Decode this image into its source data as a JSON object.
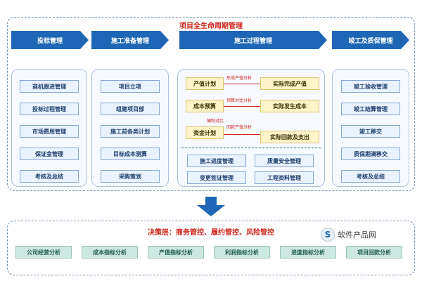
{
  "header": {
    "title": "项目全生命周期管理"
  },
  "phases": [
    {
      "label": "投标管理"
    },
    {
      "label": "施工准备管理"
    },
    {
      "label": "施工过程管理"
    },
    {
      "label": "竣工及质保管理"
    }
  ],
  "columns": {
    "bidding": [
      "商机跟进管理",
      "投标过程管理",
      "市场费用管理",
      "保证金管理",
      "考核及总结"
    ],
    "preparation": [
      "项目立项",
      "组建项目部",
      "施工前各类计划",
      "目标成本测算",
      "采购策划"
    ],
    "process": {
      "left": [
        "产值计划",
        "成本预算",
        "资金计划"
      ],
      "right": [
        "实际完成产值",
        "实际发生成本",
        "实际回款及支出"
      ],
      "notes": [
        "形成产值分析",
        "预算对比分析",
        "编制对比",
        "回款产值分析"
      ],
      "bottom": [
        "施工进度管理",
        "质量安全管理",
        "变更签证管理",
        "工程资料管理"
      ]
    },
    "completion": [
      "竣工验收管理",
      "竣工结算管理",
      "竣工移交",
      "质保期满移交",
      "考核及总结"
    ]
  },
  "decision": {
    "title": "决策层：商务管控、履约管控、风险管控",
    "items": [
      "公司经营分析",
      "成本指标分析",
      "产值指标分析",
      "利润指标分析",
      "进度指标分析",
      "项目回款分析"
    ]
  },
  "brand": {
    "text": "软件产品网",
    "logo_letter": "S"
  },
  "colors": {
    "phase_blue": "#1f67b6",
    "title_red": "#d0261d",
    "green": "#cde8e0",
    "yellow": "#fff3c9"
  }
}
